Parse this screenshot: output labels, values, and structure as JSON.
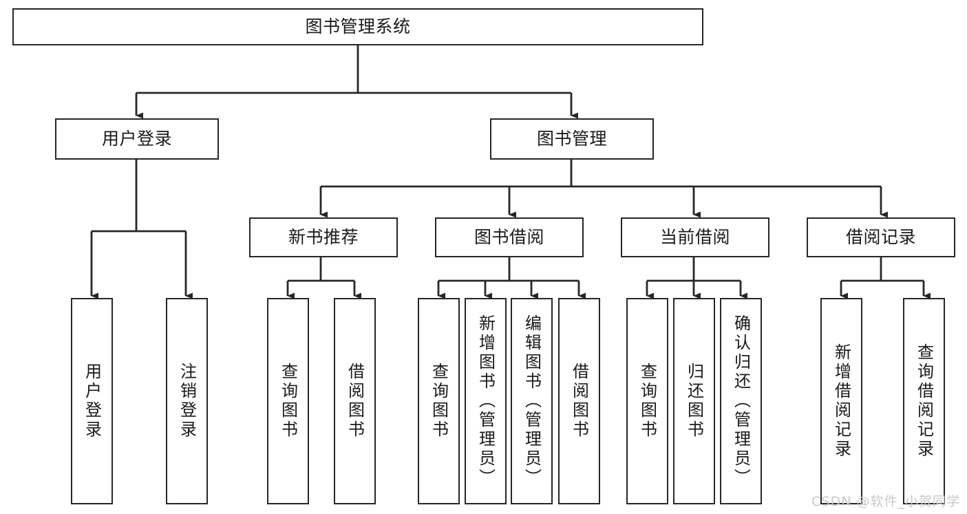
{
  "diagram": {
    "title": "图书管理系统",
    "type": "tree",
    "watermark": "CSDN @软件_小贺同学",
    "colors": {
      "box_border": "#262626",
      "box_fill": "#ffffff",
      "edge": "#262626",
      "text": "#1a1a1a",
      "watermark": "#c9c9c9",
      "background": "#ffffff"
    },
    "levels": [
      {
        "level": 0,
        "nodes": [
          {
            "id": "root",
            "label": "图书管理系统",
            "orientation": "horizontal"
          }
        ]
      },
      {
        "level": 1,
        "nodes": [
          {
            "id": "login",
            "label": "用户登录",
            "orientation": "horizontal",
            "parent": "root"
          },
          {
            "id": "bookmgmt",
            "label": "图书管理",
            "orientation": "horizontal",
            "parent": "root"
          }
        ]
      },
      {
        "level": 2,
        "nodes": [
          {
            "id": "newbook",
            "label": "新书推荐",
            "orientation": "horizontal",
            "parent": "bookmgmt"
          },
          {
            "id": "borrow",
            "label": "图书借阅",
            "orientation": "horizontal",
            "parent": "bookmgmt"
          },
          {
            "id": "current",
            "label": "当前借阅",
            "orientation": "horizontal",
            "parent": "bookmgmt"
          },
          {
            "id": "record",
            "label": "借阅记录",
            "orientation": "horizontal",
            "parent": "bookmgmt"
          }
        ]
      },
      {
        "level": 3,
        "nodes": [
          {
            "id": "leaf1",
            "label": "用户登录",
            "orientation": "vertical",
            "parent": "login"
          },
          {
            "id": "leaf2",
            "label": "注销登录",
            "orientation": "vertical",
            "parent": "login"
          },
          {
            "id": "leaf3",
            "label": "查询图书",
            "orientation": "vertical",
            "parent": "newbook"
          },
          {
            "id": "leaf4",
            "label": "借阅图书",
            "orientation": "vertical",
            "parent": "newbook"
          },
          {
            "id": "leaf5",
            "label": "查询图书",
            "orientation": "vertical",
            "parent": "borrow"
          },
          {
            "id": "leaf6",
            "label": "新增图书（管理员）",
            "orientation": "vertical",
            "parent": "borrow"
          },
          {
            "id": "leaf7",
            "label": "编辑图书（管理员）",
            "orientation": "vertical",
            "parent": "borrow"
          },
          {
            "id": "leaf8",
            "label": "借阅图书",
            "orientation": "vertical",
            "parent": "borrow"
          },
          {
            "id": "leaf9",
            "label": "查询图书",
            "orientation": "vertical",
            "parent": "current"
          },
          {
            "id": "leaf10",
            "label": "归还图书",
            "orientation": "vertical",
            "parent": "current"
          },
          {
            "id": "leaf11",
            "label": "确认归还（管理员）",
            "orientation": "vertical",
            "parent": "current"
          },
          {
            "id": "leaf12",
            "label": "新增借阅记录",
            "orientation": "vertical",
            "parent": "record"
          },
          {
            "id": "leaf13",
            "label": "查询借阅记录",
            "orientation": "vertical",
            "parent": "record"
          }
        ]
      }
    ]
  }
}
